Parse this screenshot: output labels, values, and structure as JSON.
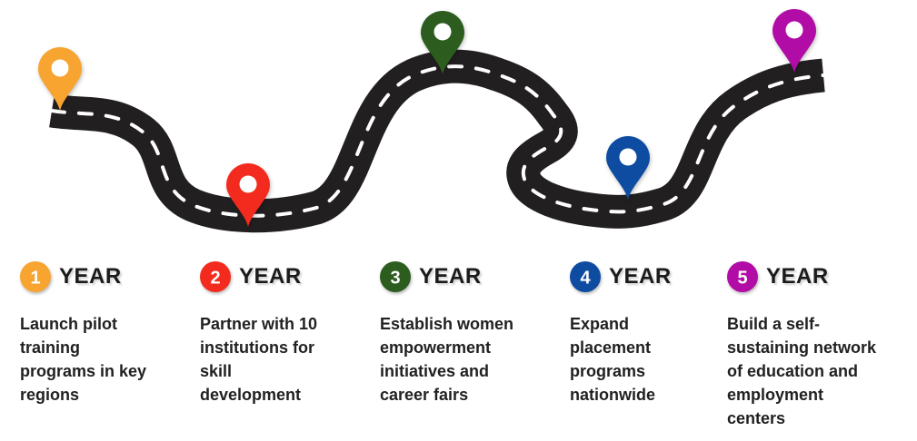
{
  "colors": {
    "road": "#221F20",
    "road_dash": "#FFFFFF",
    "badge_number": "#FFFFFF",
    "pin_hole": "#FFFFFF",
    "heading_text": "#1B1B1B",
    "body_text": "#212121",
    "background": "#FFFFFF"
  },
  "milestones": [
    {
      "number": "1",
      "year_label": "YEAR",
      "color": "#F7A431",
      "description": "Launch pilot\ntraining\nprograms in key\nregions"
    },
    {
      "number": "2",
      "year_label": "YEAR",
      "color": "#F32B1E",
      "description": "Partner with 10\ninstitutions for\nskill\ndevelopment"
    },
    {
      "number": "3",
      "year_label": "YEAR",
      "color": "#2C5C1E",
      "description": "Establish women\nempowerment\ninitiatives and\ncareer fairs"
    },
    {
      "number": "4",
      "year_label": "YEAR",
      "color": "#0D4CA1",
      "description": "Expand\nplacement\nprograms\nnationwide"
    },
    {
      "number": "5",
      "year_label": "YEAR",
      "color": "#B10CA6",
      "description": "Build a self-\nsustaining network\nof education and\nemployment\ncenters"
    }
  ]
}
